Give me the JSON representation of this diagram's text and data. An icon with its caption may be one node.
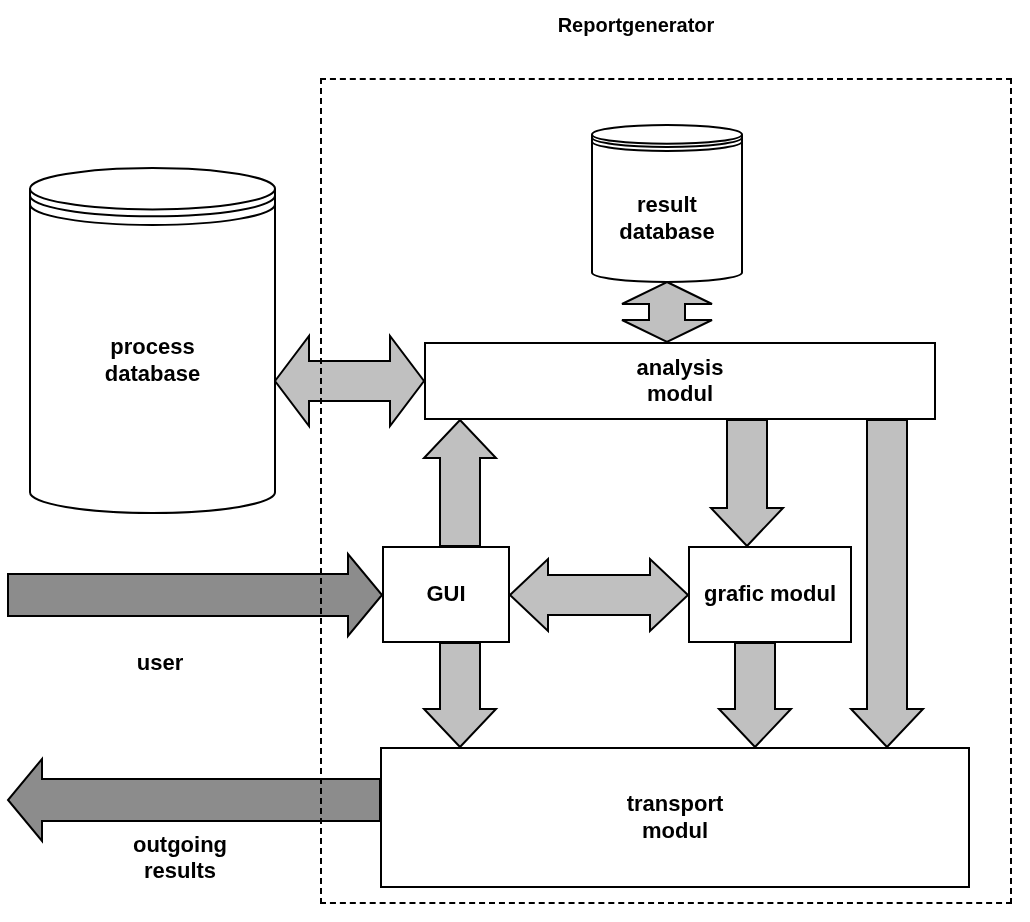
{
  "diagram": {
    "nodes": [
      {
        "text": [
          "Reportgenerator"
        ]
      },
      {
        "text": [
          "result database"
        ],
        "in": 0
      },
      {
        "text": [
          "process database"
        ]
      },
      {
        "text": [
          "analysis modul"
        ],
        "in": 0
      },
      {
        "text": [
          "GUI"
        ],
        "in": 0
      },
      {
        "text": [
          "grafic modul"
        ],
        "in": 0
      },
      {
        "text": [
          "transport modul"
        ],
        "in": 0
      }
    ],
    "edges": [
      {
        "from": 1,
        "to": 3,
        "arrow": "both"
      },
      {
        "from": 2,
        "to": 3,
        "arrow": "both"
      },
      {
        "from": 4,
        "to": 3,
        "arrow": "to"
      },
      {
        "from": 3,
        "to": 5,
        "arrow": "to"
      },
      {
        "from": 4,
        "to": 5,
        "arrow": "both"
      },
      {
        "from": 4,
        "to": 6,
        "arrow": "to"
      },
      {
        "from": 5,
        "to": 6,
        "arrow": "to"
      },
      {
        "from": 3,
        "to": 6,
        "arrow": "to"
      },
      {
        "from": null,
        "to": 4,
        "arrow": "to",
        "label": "user",
        "color": "#8c8c8c"
      },
      {
        "from": 6,
        "to": null,
        "arrow": "to",
        "label": "outgoing results",
        "color": "#8c8c8c"
      }
    ]
  }
}
